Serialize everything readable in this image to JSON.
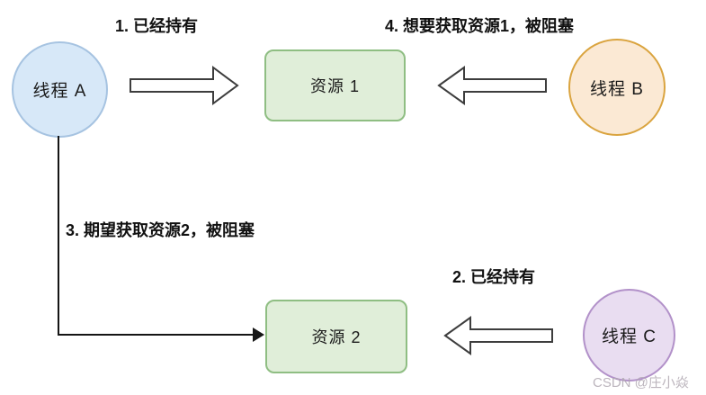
{
  "diagram": {
    "title_hint": "deadlock-diagram",
    "background": "#ffffff",
    "nodes": {
      "thread_a": {
        "label": "线程 A",
        "shape": "circle",
        "fill": "#D7E8F8",
        "border": "#A6C3E1"
      },
      "thread_b": {
        "label": "线程 B",
        "shape": "circle",
        "fill": "#FBE9D4",
        "border": "#DAA43F"
      },
      "thread_c": {
        "label": "线程 C",
        "shape": "circle",
        "fill": "#E9DDF1",
        "border": "#B291C9"
      },
      "resource_1": {
        "label": "资源 1",
        "shape": "rounded-box",
        "fill": "#E0EED9",
        "border": "#8FBE83"
      },
      "resource_2": {
        "label": "资源 2",
        "shape": "rounded-box",
        "fill": "#E0EED9",
        "border": "#8FBE83"
      }
    },
    "edges": {
      "edge_1": {
        "label": "1. 已经持有",
        "from": "thread_a",
        "to": "resource_1",
        "style": "hollow-arrow-right"
      },
      "edge_4": {
        "label": "4. 想要获取资源1，被阻塞",
        "from": "thread_b",
        "to": "resource_1",
        "style": "hollow-arrow-left"
      },
      "edge_3": {
        "label": "3. 期望获取资源2，被阻塞",
        "from": "thread_a",
        "to": "resource_2",
        "style": "elbow-solid-arrow"
      },
      "edge_2": {
        "label": "2. 已经持有",
        "from": "thread_c",
        "to": "resource_2",
        "style": "hollow-arrow-left"
      }
    },
    "arrow_stroke": "#3d3d3d",
    "connector_color": "#151515",
    "watermark": "CSDN @庄小焱"
  }
}
